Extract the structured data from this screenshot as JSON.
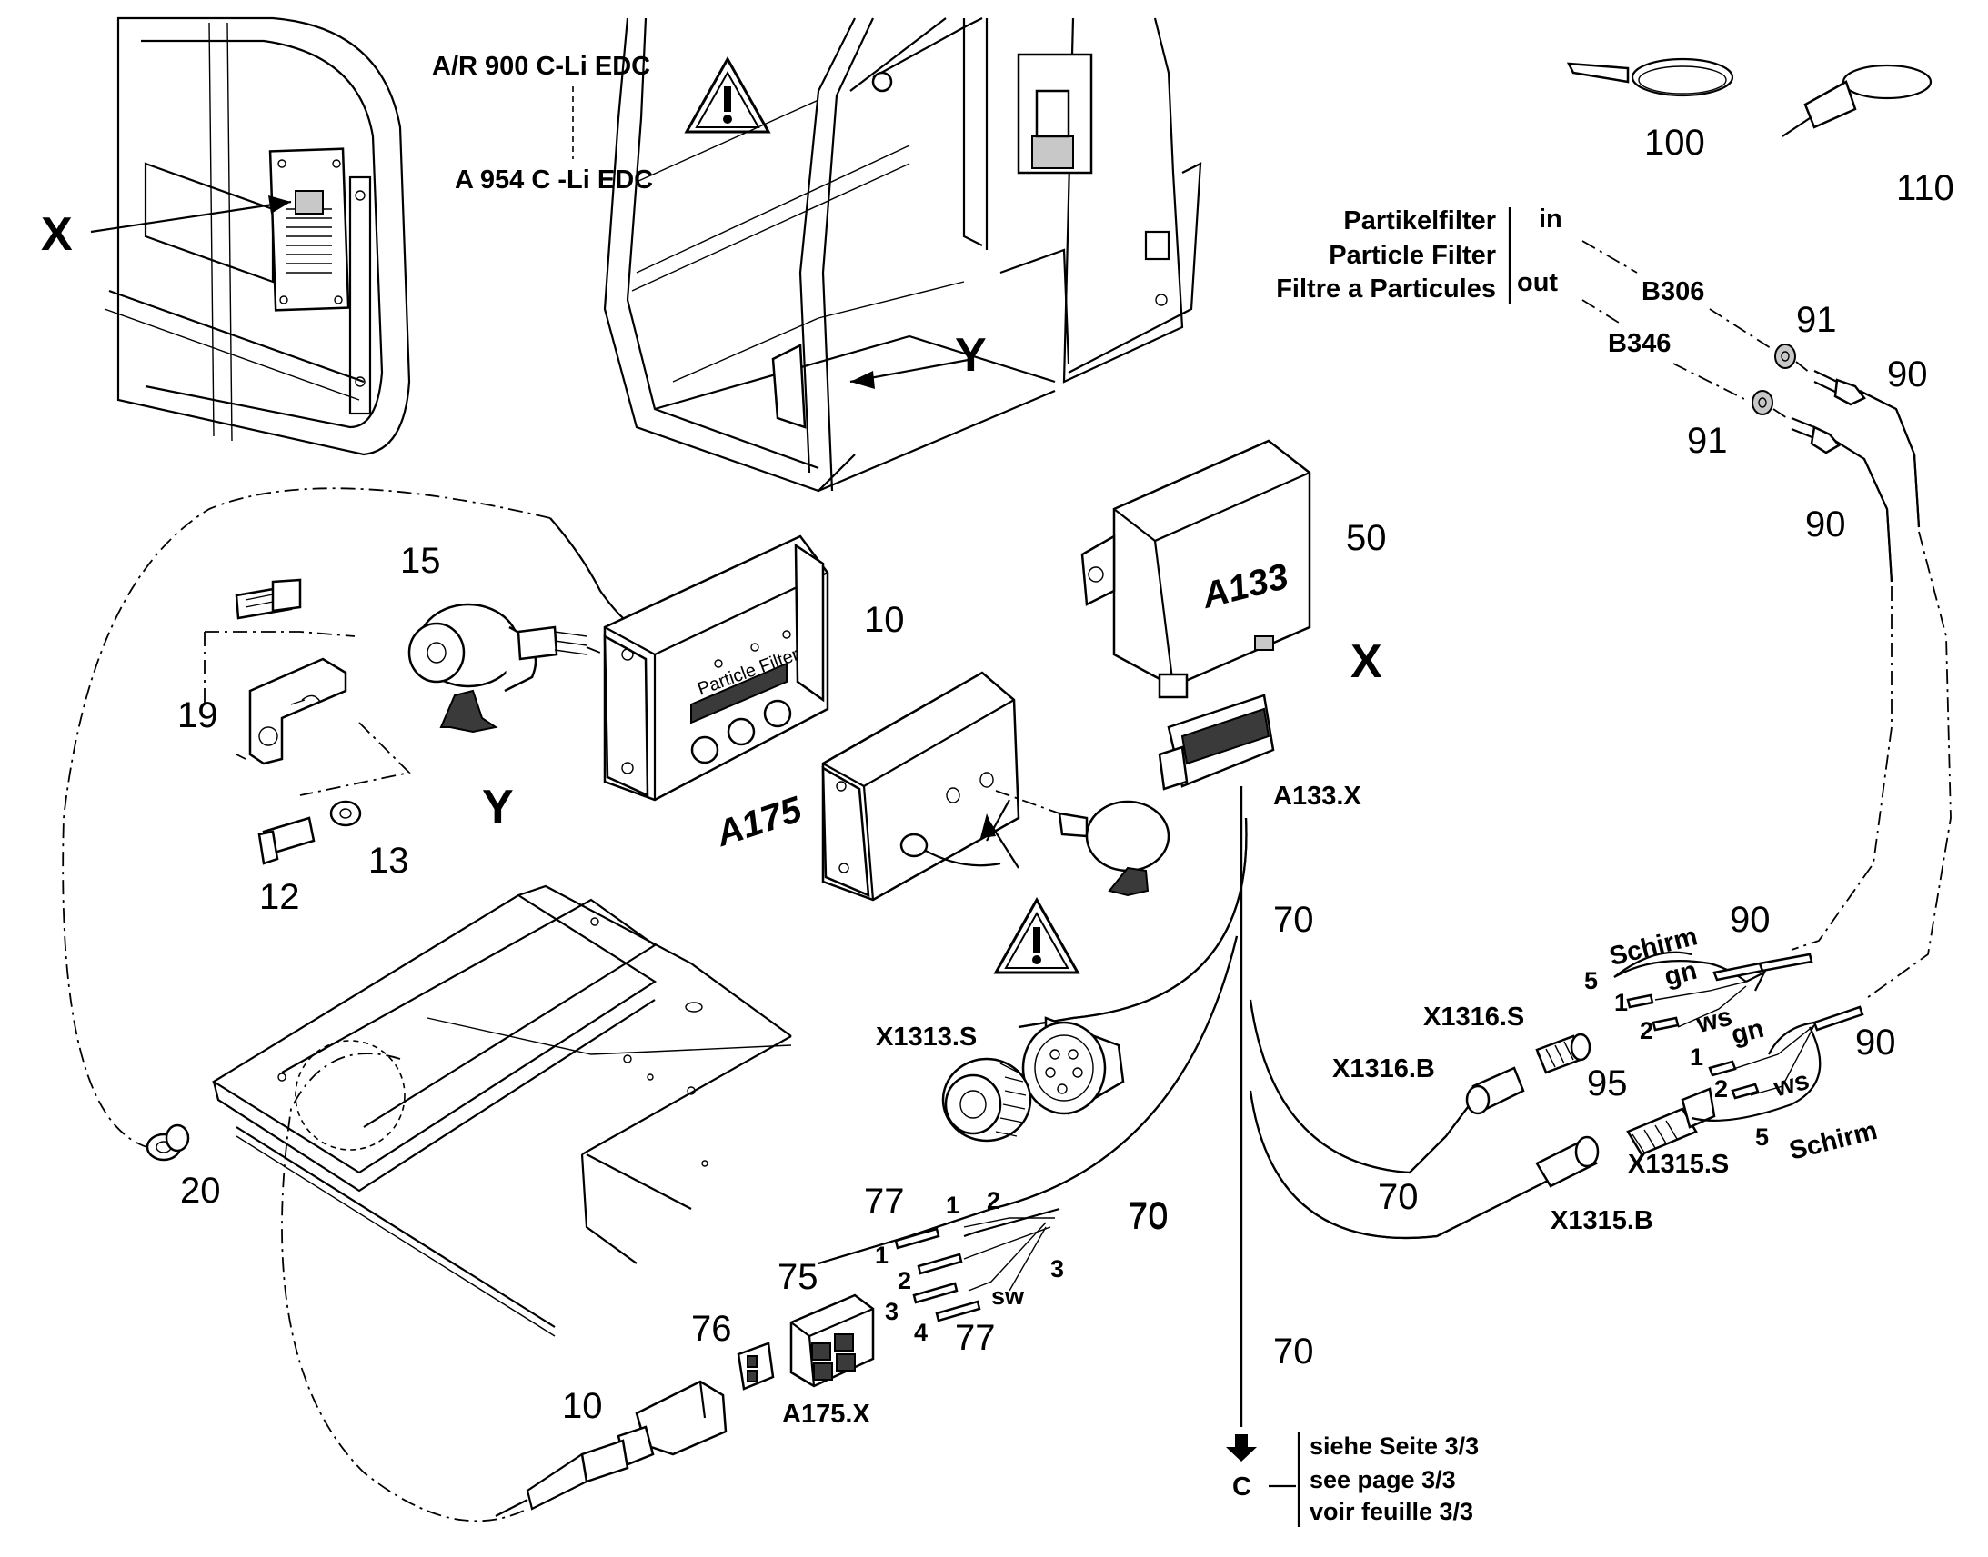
{
  "models": {
    "top": "A/R 900 C-Li EDC",
    "bottom": "A 954 C -Li EDC"
  },
  "markers": {
    "x_top": "X",
    "y_top": "Y",
    "x_conn": "X",
    "y_detail": "Y"
  },
  "filter_legend": {
    "names": [
      "Partikelfilter",
      "Particle Filter",
      "Filtre a Particules"
    ],
    "in": "in",
    "out": "out"
  },
  "sensors": {
    "b306": "B306",
    "b346": "B346"
  },
  "components": {
    "a133": "A133",
    "a175": "A175",
    "a133x": "A133.X",
    "a175x": "A175.X",
    "x1313s": "X1313.S",
    "x1316s": "X1316.S",
    "x1316b": "X1316.B",
    "x1315s": "X1315.S",
    "x1315b": "X1315.B"
  },
  "parts": {
    "p100": "100",
    "p110": "110",
    "p91a": "91",
    "p91b": "91",
    "p90a": "90",
    "p90b": "90",
    "p90c": "90",
    "p90d": "90",
    "p50": "50",
    "p10a": "10",
    "p10b": "10",
    "p15": "15",
    "p19": "19",
    "p13": "13",
    "p12": "12",
    "p20": "20",
    "p70a": "70",
    "p70b": "70",
    "p70c": "70",
    "p70d": "70",
    "p77a": "77",
    "p77b": "77",
    "p75": "75",
    "p76": "76",
    "p95": "95"
  },
  "wires": {
    "schirm": "Schirm",
    "gn": "gn",
    "ws": "ws",
    "sw": "sw",
    "w1": "1",
    "w2": "2",
    "w3": "3",
    "w4": "4",
    "w5": "5"
  },
  "display_text": "Particle Filter",
  "reference": {
    "letter": "C",
    "lines": [
      "siehe Seite 3/3",
      "see page 3/3",
      "voir feuille 3/3"
    ]
  },
  "icons": [
    "warning-triangle-icon",
    "down-arrow-icon"
  ]
}
